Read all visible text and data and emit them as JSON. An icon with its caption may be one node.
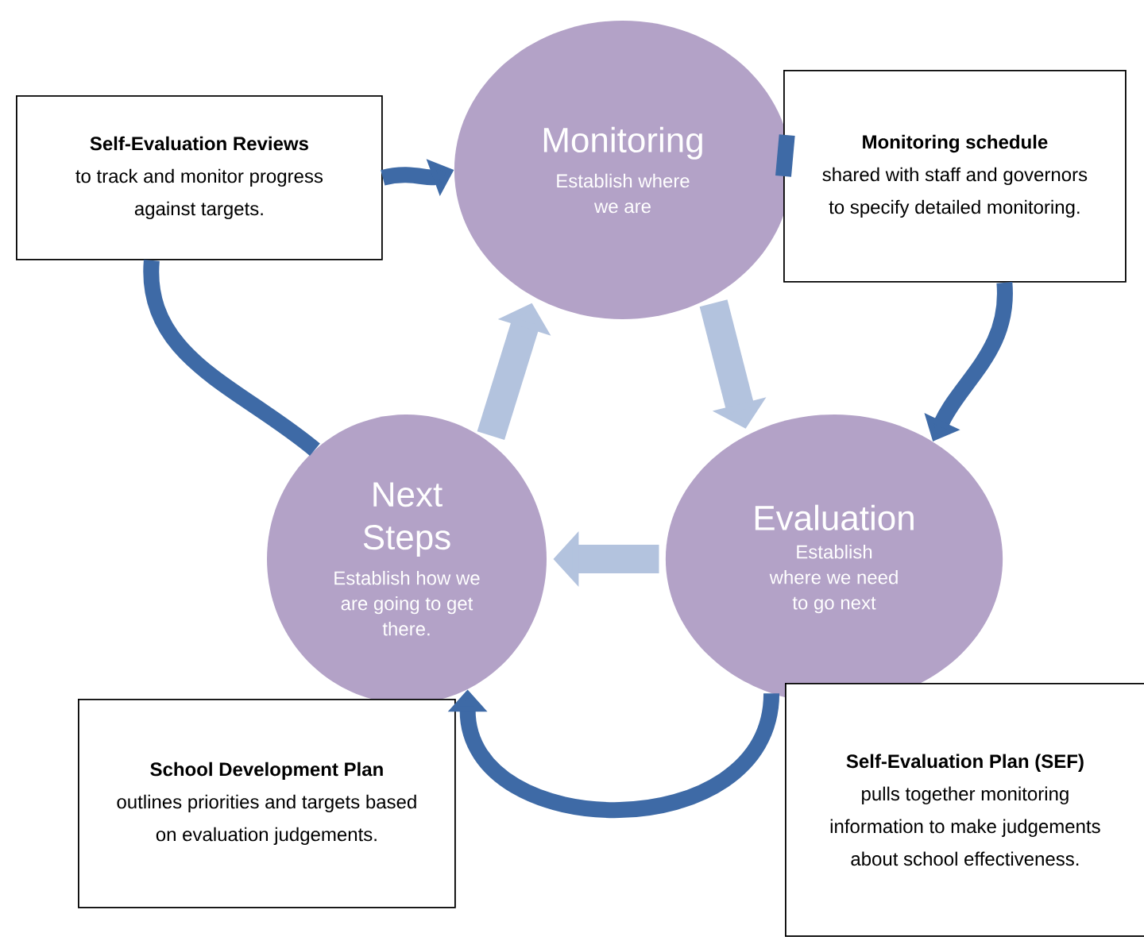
{
  "diagram": {
    "nodes": [
      {
        "text": [
          "Monitoring",
          "Establish where we are"
        ]
      },
      {
        "text": [
          "Evaluation",
          "Establish where we need to go next"
        ]
      },
      {
        "text": [
          "Next Steps",
          "Establish how we are going to get there."
        ]
      },
      {
        "text": [
          "Self-Evaluation Reviews",
          "to track and monitor progress against targets."
        ]
      },
      {
        "text": [
          "Monitoring schedule",
          "shared with staff and governors to specify detailed monitoring."
        ]
      },
      {
        "text": [
          "School Development Plan",
          "outlines priorities and targets based on evaluation judgements."
        ]
      },
      {
        "text": [
          "Self-Evaluation Plan (SEF)",
          "pulls together monitoring information to make judgements about school effectiveness."
        ]
      }
    ],
    "edges": [
      {
        "from": 3,
        "to": 0,
        "arrow": "to"
      },
      {
        "from": 0,
        "to": 4,
        "arrow": "none"
      },
      {
        "from": 4,
        "to": 1,
        "arrow": "to"
      },
      {
        "from": 1,
        "to": 2,
        "arrow": "to"
      },
      {
        "from": 2,
        "to": 3,
        "arrow": "none"
      },
      {
        "from": 2,
        "to": 0,
        "arrow": "to",
        "style": "thick",
        "color": "#b3c3de"
      },
      {
        "from": 0,
        "to": 1,
        "arrow": "to",
        "style": "thick",
        "color": "#b3c3de"
      },
      {
        "from": 1,
        "to": 2,
        "arrow": "to",
        "style": "thick",
        "color": "#b3c3de"
      }
    ]
  }
}
